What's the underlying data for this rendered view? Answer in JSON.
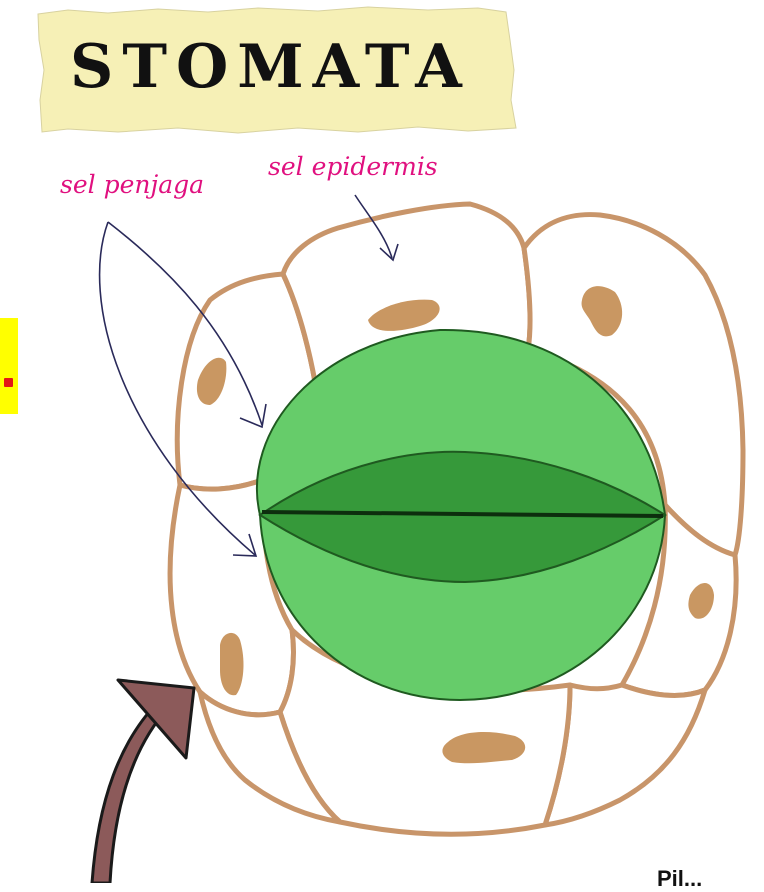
{
  "title": "STOMATA",
  "labels": {
    "guard_cell": "sel penjaga",
    "epidermis_cell": "sel epidermis"
  },
  "corner_fragment": "Pil...",
  "colors": {
    "banner": "#f6f0b6",
    "cell_wall": "#c8956a",
    "nucleus": "#c99762",
    "guard_cell_light": "#66cc6a",
    "guard_cell_dark": "#36993a",
    "label_text": "#e0107f",
    "pointer_arrow": "#2a2a5a",
    "big_arrow": "#8c5a5a",
    "side_marker": "#ffff00"
  }
}
